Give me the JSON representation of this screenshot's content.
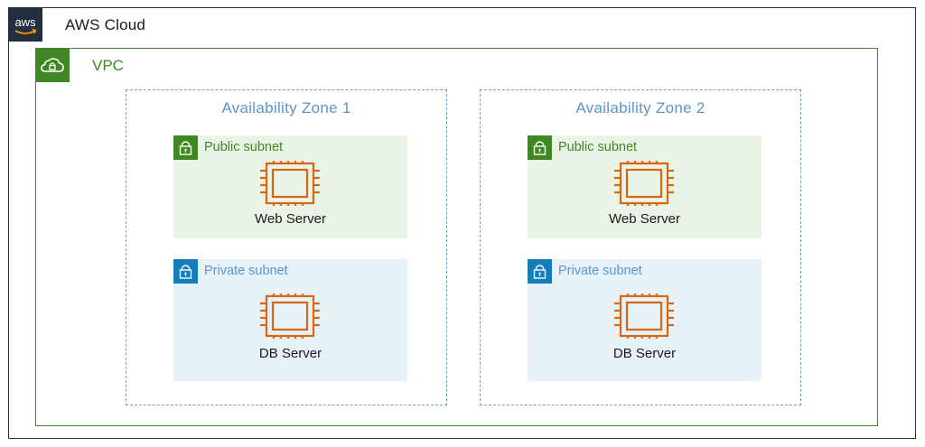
{
  "cloud": {
    "title": "AWS Cloud",
    "logo_icon": "aws-logo-icon",
    "border_color": "#232f3e"
  },
  "vpc": {
    "title": "VPC",
    "icon": "vpc-cloud-lock-icon",
    "color": "#3f8624"
  },
  "zones": [
    {
      "title": "Availability Zone 1",
      "public_subnet": {
        "label": "Public subnet",
        "icon": "lock-icon",
        "server": {
          "label": "Web Server",
          "icon": "ec2-instance-icon"
        }
      },
      "private_subnet": {
        "label": "Private subnet",
        "icon": "lock-icon",
        "server": {
          "label": "DB Server",
          "icon": "ec2-instance-icon"
        }
      }
    },
    {
      "title": "Availability Zone 2",
      "public_subnet": {
        "label": "Public subnet",
        "icon": "lock-icon",
        "server": {
          "label": "Web Server",
          "icon": "ec2-instance-icon"
        }
      },
      "private_subnet": {
        "label": "Private subnet",
        "icon": "lock-icon",
        "server": {
          "label": "DB Server",
          "icon": "ec2-instance-icon"
        }
      }
    }
  ],
  "colors": {
    "public": "#3f8624",
    "private": "#147eba",
    "zone": "#5b95c9",
    "compute": "#d86613"
  }
}
